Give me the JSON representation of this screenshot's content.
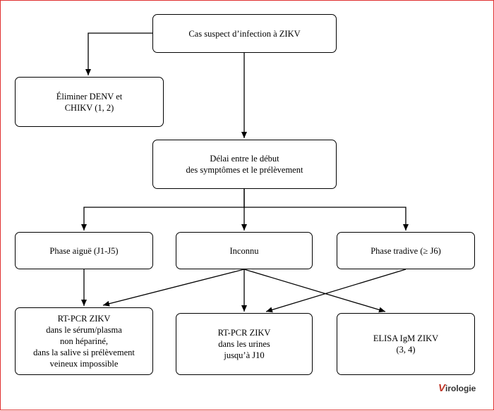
{
  "nodes": {
    "suspect": {
      "lines": [
        "Cas suspect d’infection à ZIKV"
      ]
    },
    "eliminate": {
      "lines": [
        "Éliminer DENV et",
        "CHIKV (1, 2)"
      ]
    },
    "delay": {
      "lines": [
        "Délai entre le début",
        "des symptômes et le prélèvement"
      ]
    },
    "acute": {
      "lines": [
        "Phase aiguë (J1-J5)"
      ]
    },
    "unknown": {
      "lines": [
        "Inconnu"
      ]
    },
    "late": {
      "lines": [
        "Phase tradive (≥ J6)"
      ]
    },
    "rtpcr_serum": {
      "lines": [
        "RT-PCR ZIKV",
        "dans le sérum/plasma",
        "non hépariné,",
        "dans la salive si prélèvement",
        "veineux impossible"
      ]
    },
    "rtpcr_urine": {
      "lines": [
        "RT-PCR ZIKV",
        "dans les urines",
        "jusqu’à J10"
      ]
    },
    "elisa": {
      "lines": [
        "ELISA IgM ZIKV",
        "(3, 4)"
      ]
    }
  },
  "edges": [
    {
      "from": "suspect",
      "to": "eliminate"
    },
    {
      "from": "suspect",
      "to": "delay"
    },
    {
      "from": "delay",
      "to": "acute"
    },
    {
      "from": "delay",
      "to": "unknown"
    },
    {
      "from": "delay",
      "to": "late"
    },
    {
      "from": "acute",
      "to": "rtpcr_serum"
    },
    {
      "from": "unknown",
      "to": "rtpcr_serum"
    },
    {
      "from": "unknown",
      "to": "rtpcr_urine"
    },
    {
      "from": "unknown",
      "to": "elisa"
    },
    {
      "from": "late",
      "to": "rtpcr_urine"
    }
  ],
  "brand": {
    "initial": "V",
    "rest": "irologie"
  }
}
